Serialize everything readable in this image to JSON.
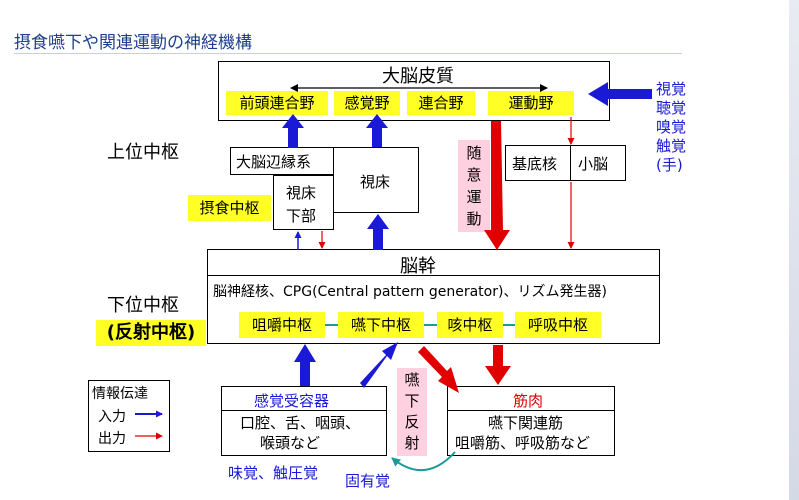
{
  "title": "摂食嚥下や関連運動の神経機構",
  "cortex": {
    "title": "大脳皮質",
    "areas": [
      "前頭連合野",
      "感覚野",
      "連合野",
      "運動野"
    ]
  },
  "senses": {
    "lines": [
      "視覚",
      "聴覚",
      "嗅覚",
      "触覚",
      "(手)"
    ]
  },
  "upper_center": "上位中枢",
  "limbic": "大脳辺縁系",
  "hypothalamus": [
    "視床",
    "下部"
  ],
  "thalamus": "視床",
  "feeding_center": "摂食中枢",
  "voluntary": [
    "随",
    "意",
    "運",
    "動"
  ],
  "basal_ganglia": "基底核",
  "cerebellum": "小脳",
  "brainstem": {
    "title": "脳幹",
    "desc": "脳神経核、CPG(Central pattern generator)、リズム発生器)",
    "centers": [
      "咀嚼中枢",
      "嚥下中枢",
      "咳中枢",
      "呼吸中枢"
    ]
  },
  "lower_center": [
    "下位中枢",
    "(反射中枢)"
  ],
  "legend": {
    "title": "情報伝達",
    "input": "入力",
    "output": "出力"
  },
  "receptor": {
    "title": "感覚受容器",
    "lines": [
      "口腔、舌、咽頭、",
      "喉頭など"
    ]
  },
  "reflex": [
    "嚥",
    "下",
    "反",
    "射"
  ],
  "muscle": {
    "title": "筋肉",
    "lines": [
      "嚥下関連筋",
      "咀嚼筋、呼吸筋など"
    ]
  },
  "taste_touch": "味覚、触圧覚",
  "proprioception": "固有覚",
  "colors": {
    "title": "#1f3f8f",
    "highlight": "#ffff26",
    "pink": "#ffd0e0",
    "blue": "#1a1ad6",
    "red": "#e00000",
    "teal": "#1a9a9a"
  }
}
